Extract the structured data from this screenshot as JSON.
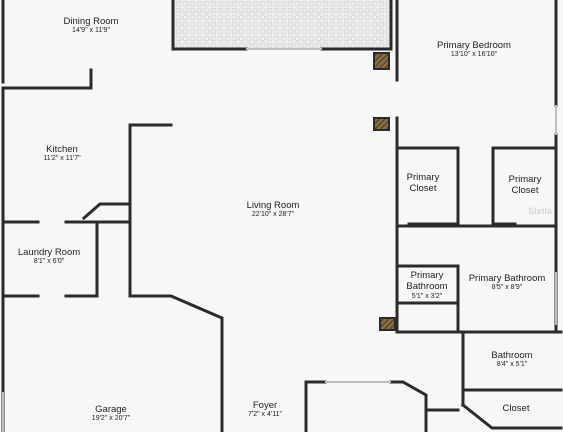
{
  "rooms": {
    "dining_room": {
      "name": "Dining Room",
      "dims": "14'9\" x 11'9\""
    },
    "primary_bedroom": {
      "name": "Primary Bedroom",
      "dims": "13'10\" x 16'10\""
    },
    "kitchen": {
      "name": "Kitchen",
      "dims": "11'2\" x 11'7\""
    },
    "living_room": {
      "name": "Living Room",
      "dims": "22'10\" x 28'7\""
    },
    "primary_closet_left": {
      "name": "Primary Closet",
      "dims": ""
    },
    "primary_closet_right": {
      "name": "Primary Closet",
      "dims": ""
    },
    "laundry_room": {
      "name": "Laundry Room",
      "dims": "8'1\" x 6'0\""
    },
    "primary_bathroom_small": {
      "name": "Primary Bathroom",
      "dims": "5'1\" x 3'2\""
    },
    "primary_bathroom": {
      "name": "Primary Bathroom",
      "dims": "8'5\" x 8'9\""
    },
    "bathroom": {
      "name": "Bathroom",
      "dims": "8'4\" x 5'1\""
    },
    "garage": {
      "name": "Garage",
      "dims": "19'2\" x 20'7\""
    },
    "foyer": {
      "name": "Foyer",
      "dims": "7'2\" x 4'11\""
    },
    "closet": {
      "name": "Closet",
      "dims": ""
    }
  },
  "watermark": "Stella",
  "colors": {
    "wall": "#2b2b2b",
    "floor": "#f7f7f7",
    "patio": "#ebebeb",
    "pillar": "#8a6d3b"
  }
}
